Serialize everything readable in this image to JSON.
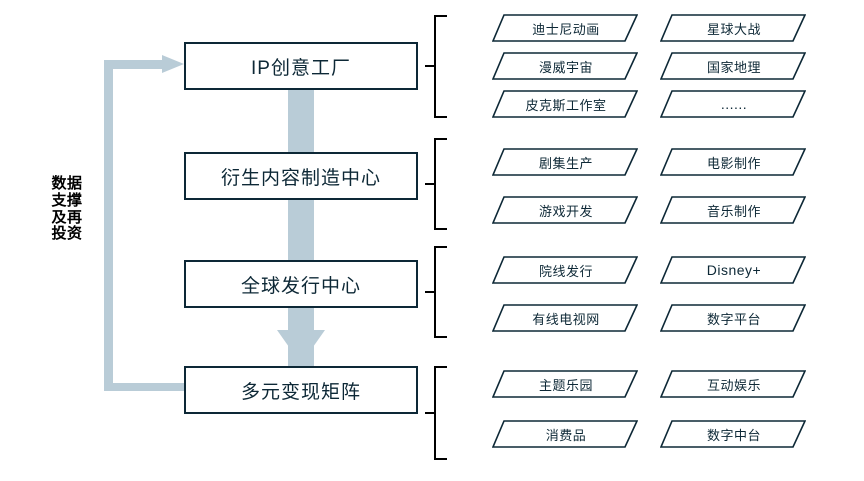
{
  "side_label": {
    "text": "数据\n支撑\n及再\n投资",
    "name": "feedback-loop-label"
  },
  "colors": {
    "box_border": "#0d2836",
    "arrow": "#b9ccd7",
    "bracket": "#000000",
    "background": "#ffffff"
  },
  "stages": [
    {
      "label": "IP创意工厂"
    },
    {
      "label": "衍生内容制造中心"
    },
    {
      "label": "全球发行中心"
    },
    {
      "label": "多元变现矩阵"
    }
  ],
  "groups": [
    {
      "stage": "IP创意工厂",
      "chips": [
        {
          "label": "迪士尼动画",
          "col": 0,
          "row": 0
        },
        {
          "label": "星球大战",
          "col": 1,
          "row": 0
        },
        {
          "label": "漫威宇宙",
          "col": 0,
          "row": 1
        },
        {
          "label": "国家地理",
          "col": 1,
          "row": 1
        },
        {
          "label": "皮克斯工作室",
          "col": 0,
          "row": 2
        },
        {
          "label": "......",
          "col": 1,
          "row": 2
        }
      ]
    },
    {
      "stage": "衍生内容制造中心",
      "chips": [
        {
          "label": "剧集生产",
          "col": 0,
          "row": 0
        },
        {
          "label": "电影制作",
          "col": 1,
          "row": 0
        },
        {
          "label": "游戏开发",
          "col": 0,
          "row": 1
        },
        {
          "label": "音乐制作",
          "col": 1,
          "row": 1
        }
      ]
    },
    {
      "stage": "全球发行中心",
      "chips": [
        {
          "label": "院线发行",
          "col": 0,
          "row": 0
        },
        {
          "label": "Disney+",
          "col": 1,
          "row": 0
        },
        {
          "label": "有线电视网",
          "col": 0,
          "row": 1
        },
        {
          "label": "数字平台",
          "col": 1,
          "row": 1
        }
      ]
    },
    {
      "stage": "多元变现矩阵",
      "chips": [
        {
          "label": "主题乐园",
          "col": 0,
          "row": 0
        },
        {
          "label": "互动娱乐",
          "col": 1,
          "row": 0
        },
        {
          "label": "消费品",
          "col": 0,
          "row": 1
        },
        {
          "label": "数字中台",
          "col": 1,
          "row": 1
        }
      ]
    }
  ]
}
